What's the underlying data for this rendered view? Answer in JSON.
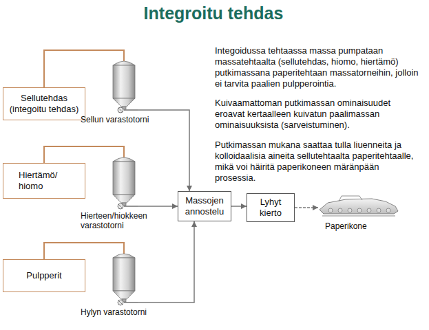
{
  "diagram": {
    "title": "Integroitu tehdas",
    "nodes": [
      {
        "text": [
          "Sellutehdas (integoitu tehdas)"
        ]
      },
      {
        "text": [
          "Sellun varastotorni"
        ]
      },
      {
        "text": [
          "Hiertämö/ hiomo"
        ]
      },
      {
        "text": [
          "Hierteen/hiokkeen varastotorni"
        ]
      },
      {
        "text": [
          "Massojen annostelu"
        ]
      },
      {
        "text": [
          "Lyhyt kierto"
        ]
      },
      {
        "text": [
          "Paperikone"
        ]
      },
      {
        "text": [
          "Pulpperit"
        ]
      },
      {
        "text": [
          "Hylyn varastotorni"
        ]
      }
    ],
    "edges": [
      {
        "from": 0,
        "to": 1,
        "arrow": "none"
      },
      {
        "from": 2,
        "to": 3,
        "arrow": "none"
      },
      {
        "from": 7,
        "to": 8,
        "arrow": "none"
      },
      {
        "from": 1,
        "to": 4,
        "arrow": "to"
      },
      {
        "from": 3,
        "to": 4,
        "arrow": "to"
      },
      {
        "from": 8,
        "to": 4,
        "arrow": "to"
      },
      {
        "from": 4,
        "to": 5,
        "arrow": "to"
      },
      {
        "from": 5,
        "to": 6,
        "arrow": "to"
      }
    ],
    "labels": [
      "Integoidussa tehtaassa massa pumpataan massatehtaalta (sellutehdas, hiomo, hiertämö) putkimassana paperitehtaan massatorneihin, jolloin ei tarvita paalien pulpperointia.",
      "Kuivaamattoman putkimassan ominaisuudet eroavat kertaalleen kuivatun paalimassan ominaisuuksista (sarveistuminen).",
      "Putkimassan mukana saattaa tulla liuenneita ja kolloidaalisia aineita sellutehtaalta paperitehtaalle, mikä voi häiritä paperikoneen märänpään prosessia."
    ]
  }
}
